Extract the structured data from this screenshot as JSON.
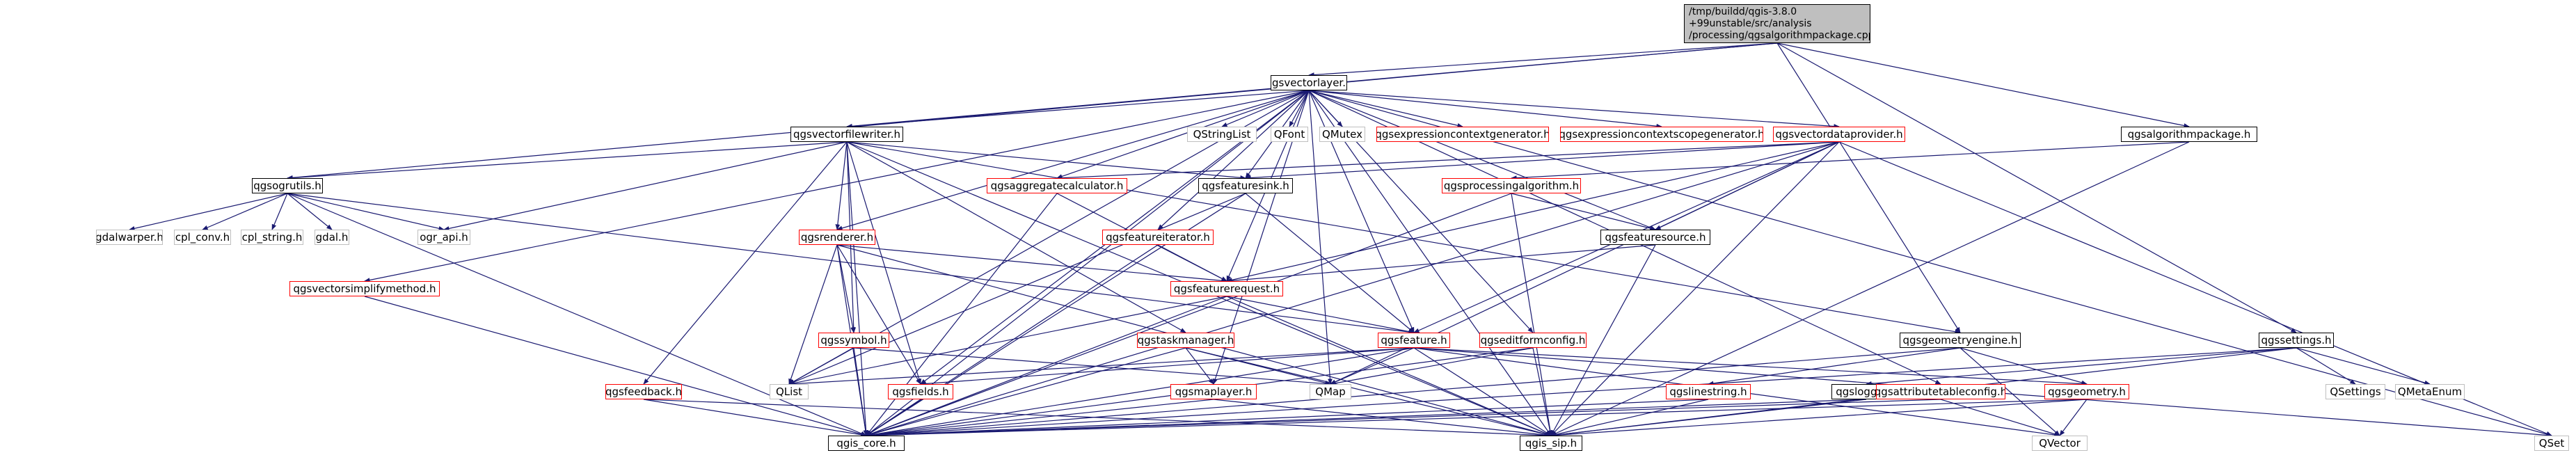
{
  "root": {
    "lines": [
      "/tmp/buildd/qgis-3.8.0",
      "+99unstable/src/analysis",
      "/processing/qgsalgorithmpackage.cpp"
    ]
  },
  "nodes": [
    {
      "id": "qgsvectorlayer",
      "label": "qgsvectorlayer.h",
      "style": "black"
    },
    {
      "id": "qgsvectorfilewriter",
      "label": "qgsvectorfilewriter.h",
      "style": "black"
    },
    {
      "id": "qstringlist",
      "label": "QStringList",
      "style": "grey"
    },
    {
      "id": "qfont",
      "label": "QFont",
      "style": "grey"
    },
    {
      "id": "qmutex",
      "label": "QMutex",
      "style": "grey"
    },
    {
      "id": "qgsexpressioncontextgenerator",
      "label": "qgsexpressioncontextgenerator.h",
      "style": "red"
    },
    {
      "id": "qgsexpressioncontextscopegenerator",
      "label": "qgsexpressioncontextscopegenerator.h",
      "style": "red"
    },
    {
      "id": "qgsvectordataprovider",
      "label": "qgsvectordataprovider.h",
      "style": "red"
    },
    {
      "id": "qgsalgorithmpackage",
      "label": "qgsalgorithmpackage.h",
      "style": "black"
    },
    {
      "id": "qgsogrutils",
      "label": "qgsogrutils.h",
      "style": "black"
    },
    {
      "id": "qgsaggregatecalculator",
      "label": "qgsaggregatecalculator.h",
      "style": "red"
    },
    {
      "id": "qgsfeaturesink",
      "label": "qgsfeaturesink.h",
      "style": "black"
    },
    {
      "id": "qgsprocessingalgorithm",
      "label": "qgsprocessingalgorithm.h",
      "style": "red"
    },
    {
      "id": "gdalwarper",
      "label": "gdalwarper.h",
      "style": "grey"
    },
    {
      "id": "cpl_conv",
      "label": "cpl_conv.h",
      "style": "grey"
    },
    {
      "id": "cpl_string",
      "label": "cpl_string.h",
      "style": "grey"
    },
    {
      "id": "gdal",
      "label": "gdal.h",
      "style": "grey"
    },
    {
      "id": "ogr_api",
      "label": "ogr_api.h",
      "style": "grey"
    },
    {
      "id": "qgsrenderer",
      "label": "qgsrenderer.h",
      "style": "red"
    },
    {
      "id": "qgsfeatureiterator",
      "label": "qgsfeatureiterator.h",
      "style": "red"
    },
    {
      "id": "qgsfeaturesource",
      "label": "qgsfeaturesource.h",
      "style": "black"
    },
    {
      "id": "qgsvectorsimplifymethod",
      "label": "qgsvectorsimplifymethod.h",
      "style": "red"
    },
    {
      "id": "qgsfeaturerequest",
      "label": "qgsfeaturerequest.h",
      "style": "red"
    },
    {
      "id": "qgssymbol",
      "label": "qgssymbol.h",
      "style": "red"
    },
    {
      "id": "qgstaskmanager",
      "label": "qgstaskmanager.h",
      "style": "red"
    },
    {
      "id": "qgsfeature",
      "label": "qgsfeature.h",
      "style": "red"
    },
    {
      "id": "qgseditformconfig",
      "label": "qgseditformconfig.h",
      "style": "red"
    },
    {
      "id": "qgsgeometryengine",
      "label": "qgsgeometryengine.h",
      "style": "black"
    },
    {
      "id": "qgssettings",
      "label": "qgssettings.h",
      "style": "black"
    },
    {
      "id": "qgsfeedback",
      "label": "qgsfeedback.h",
      "style": "red"
    },
    {
      "id": "qlist",
      "label": "QList",
      "style": "grey"
    },
    {
      "id": "qgsfields",
      "label": "qgsfields.h",
      "style": "red"
    },
    {
      "id": "qgsmaplayer",
      "label": "qgsmaplayer.h",
      "style": "red"
    },
    {
      "id": "qmap",
      "label": "QMap",
      "style": "grey"
    },
    {
      "id": "qgslinestring",
      "label": "qgslinestring.h",
      "style": "red"
    },
    {
      "id": "qgslogger",
      "label": "qgslogger.h",
      "style": "black"
    },
    {
      "id": "qgsattributetableconfig",
      "label": "qgsattributetableconfig.h",
      "style": "red"
    },
    {
      "id": "qgsgeometry",
      "label": "qgsgeometry.h",
      "style": "red"
    },
    {
      "id": "qsettings",
      "label": "QSettings",
      "style": "grey"
    },
    {
      "id": "qmetaenum",
      "label": "QMetaEnum",
      "style": "grey"
    },
    {
      "id": "qgis_core",
      "label": "qgis_core.h",
      "style": "black"
    },
    {
      "id": "qgis_sip",
      "label": "qgis_sip.h",
      "style": "black"
    },
    {
      "id": "qvector",
      "label": "QVector",
      "style": "grey"
    },
    {
      "id": "qset",
      "label": "QSet",
      "style": "grey"
    }
  ],
  "edges": [
    [
      "root",
      "qgsvectorlayer"
    ],
    [
      "root",
      "qgsalgorithmpackage"
    ],
    [
      "root",
      "qgsogrutils"
    ],
    [
      "root",
      "qgsvectorfilewriter"
    ],
    [
      "root",
      "qgssettings"
    ],
    [
      "root",
      "qgsgeometryengine"
    ],
    [
      "qgsvectorlayer",
      "qgsvectorfilewriter"
    ],
    [
      "qgsvectorlayer",
      "qstringlist"
    ],
    [
      "qgsvectorlayer",
      "qfont"
    ],
    [
      "qgsvectorlayer",
      "qmutex"
    ],
    [
      "qgsvectorlayer",
      "qgsexpressioncontextgenerator"
    ],
    [
      "qgsvectorlayer",
      "qgsexpressioncontextscopegenerator"
    ],
    [
      "qgsvectorlayer",
      "qgsvectordataprovider"
    ],
    [
      "qgsvectorlayer",
      "qgsaggregatecalculator"
    ],
    [
      "qgsvectorlayer",
      "qgsfeaturesink"
    ],
    [
      "qgsvectorlayer",
      "qgsvectorsimplifymethod"
    ],
    [
      "qgsvectorlayer",
      "qgsrenderer"
    ],
    [
      "qgsvectorlayer",
      "qgsfeatureiterator"
    ],
    [
      "qgsvectorlayer",
      "qgsfeaturerequest"
    ],
    [
      "qgsvectorlayer",
      "qgsfeaturesource"
    ],
    [
      "qgsvectorlayer",
      "qgsfields"
    ],
    [
      "qgsvectorlayer",
      "qgsmaplayer"
    ],
    [
      "qgsvectorlayer",
      "qgseditformconfig"
    ],
    [
      "qgsvectorlayer",
      "qgsattributetableconfig"
    ],
    [
      "qgsvectorlayer",
      "qgis_core"
    ],
    [
      "qgsvectorlayer",
      "qgis_sip"
    ],
    [
      "qgsvectorlayer",
      "qlist"
    ],
    [
      "qgsvectorlayer",
      "qset"
    ],
    [
      "qgsvectorlayer",
      "qmap"
    ],
    [
      "qgsvectorlayer",
      "qgsfeature"
    ],
    [
      "qgsvectorfilewriter",
      "qgsogrutils"
    ],
    [
      "qgsvectorfilewriter",
      "qgsrenderer"
    ],
    [
      "qgsvectorfilewriter",
      "qgssymbol"
    ],
    [
      "qgsvectorfilewriter",
      "qgsfeaturesink"
    ],
    [
      "qgsvectorfilewriter",
      "qgsfields"
    ],
    [
      "qgsvectorfilewriter",
      "qgsfeedback"
    ],
    [
      "qgsvectorfilewriter",
      "qgstaskmanager"
    ],
    [
      "qgsvectorfilewriter",
      "qgis_core"
    ],
    [
      "qgsvectorfilewriter",
      "qgis_sip"
    ],
    [
      "qgsvectorfilewriter",
      "ogr_api"
    ],
    [
      "qgsvectorfilewriter",
      "qgsgeometryengine"
    ],
    [
      "qgsvectordataprovider",
      "qgsfeaturesink"
    ],
    [
      "qgsvectordataprovider",
      "qgsfeaturesource"
    ],
    [
      "qgsvectordataprovider",
      "qgsaggregatecalculator"
    ],
    [
      "qgsvectordataprovider",
      "qgsfeaturerequest"
    ],
    [
      "qgsvectordataprovider",
      "qgsfeature"
    ],
    [
      "qgsvectordataprovider",
      "qgis_sip"
    ],
    [
      "qgsvectordataprovider",
      "qgis_core"
    ],
    [
      "qgsvectordataprovider",
      "qset"
    ],
    [
      "qgsvectordataprovider",
      "qmap"
    ],
    [
      "qgsalgorithmpackage",
      "qgsprocessingalgorithm"
    ],
    [
      "qgsalgorithmpackage",
      "qgis_sip"
    ],
    [
      "qgsogrutils",
      "gdalwarper"
    ],
    [
      "qgsogrutils",
      "cpl_conv"
    ],
    [
      "qgsogrutils",
      "cpl_string"
    ],
    [
      "qgsogrutils",
      "gdal"
    ],
    [
      "qgsogrutils",
      "ogr_api"
    ],
    [
      "qgsogrutils",
      "qgsfeature"
    ],
    [
      "qgsogrutils",
      "qgis_core"
    ],
    [
      "qgsaggregatecalculator",
      "qgsfeaturerequest"
    ],
    [
      "qgsaggregatecalculator",
      "qgis_core"
    ],
    [
      "qgsfeaturesink",
      "qgsfeature"
    ],
    [
      "qgsfeaturesink",
      "qgis_core"
    ],
    [
      "qgsfeaturesink",
      "qlist"
    ],
    [
      "qgsprocessingalgorithm",
      "qgsfeaturesource"
    ],
    [
      "qgsprocessingalgorithm",
      "qgis_core"
    ],
    [
      "qgsprocessingalgorithm",
      "qgis_sip"
    ],
    [
      "qgsrenderer",
      "qgsfeaturerequest"
    ],
    [
      "qgsrenderer",
      "qgssymbol"
    ],
    [
      "qgsrenderer",
      "qgsfields"
    ],
    [
      "qgsrenderer",
      "qgis_core"
    ],
    [
      "qgsrenderer",
      "qgis_sip"
    ],
    [
      "qgsrenderer",
      "qlist"
    ],
    [
      "qgsfeatureiterator",
      "qgsfeaturerequest"
    ],
    [
      "qgsfeatureiterator",
      "qgis_core"
    ],
    [
      "qgsfeaturesource",
      "qgsfeaturerequest"
    ],
    [
      "qgsfeaturesource",
      "qgis_sip"
    ],
    [
      "qgsvectorsimplifymethod",
      "qgis_core"
    ],
    [
      "qgsfeaturerequest",
      "qgsfeature"
    ],
    [
      "qgsfeaturerequest",
      "qgis_core"
    ],
    [
      "qgsfeaturerequest",
      "qgis_sip"
    ],
    [
      "qgsfeaturerequest",
      "qlist"
    ],
    [
      "qgssymbol",
      "qmap"
    ],
    [
      "qgssymbol",
      "qlist"
    ],
    [
      "qgssymbol",
      "qgis_core"
    ],
    [
      "qgstaskmanager",
      "qgsmaplayer"
    ],
    [
      "qgstaskmanager",
      "qmap"
    ],
    [
      "qgstaskmanager",
      "qgis_core"
    ],
    [
      "qgstaskmanager",
      "qgis_sip"
    ],
    [
      "qgsfeature",
      "qgsfields"
    ],
    [
      "qgsfeature",
      "qgsgeometry"
    ],
    [
      "qgsfeature",
      "qmap"
    ],
    [
      "qgsfeature",
      "qlist"
    ],
    [
      "qgsfeature",
      "qvector"
    ],
    [
      "qgsfeature",
      "qset"
    ],
    [
      "qgsfeature",
      "qgis_core"
    ],
    [
      "qgsfeature",
      "qgis_sip"
    ],
    [
      "qgseditformconfig",
      "qmap"
    ],
    [
      "qgseditformconfig",
      "qgis_core"
    ],
    [
      "qgseditformconfig",
      "qgis_sip"
    ],
    [
      "qgsgeometryengine",
      "qgslinestring"
    ],
    [
      "qgsgeometryengine",
      "qgsgeometry"
    ],
    [
      "qgsgeometryengine",
      "qgis_core"
    ],
    [
      "qgsgeometryengine",
      "qvector"
    ],
    [
      "qgssettings",
      "qsettings"
    ],
    [
      "qgssettings",
      "qmetaenum"
    ],
    [
      "qgssettings",
      "qgslogger"
    ],
    [
      "qgssettings",
      "qgis_core"
    ],
    [
      "qgssettings",
      "qgis_sip"
    ],
    [
      "qgsfeedback",
      "qgis_core"
    ],
    [
      "qgsfeedback",
      "qgis_sip"
    ],
    [
      "qgsfields",
      "qgis_core"
    ],
    [
      "qgsmaplayer",
      "qgis_core"
    ],
    [
      "qgsmaplayer",
      "qgis_sip"
    ],
    [
      "qgslinestring",
      "qgis_core"
    ],
    [
      "qgslinestring",
      "qgis_sip"
    ],
    [
      "qgslogger",
      "qgis_core"
    ],
    [
      "qgslogger",
      "qgis_sip"
    ],
    [
      "qgsattributetableconfig",
      "qgis_core"
    ],
    [
      "qgsattributetableconfig",
      "qvector"
    ],
    [
      "qgsgeometry",
      "qgis_core"
    ],
    [
      "qgsgeometry",
      "qgis_sip"
    ],
    [
      "qgsgeometry",
      "qvector"
    ]
  ],
  "colors": {
    "edge": "#191970",
    "red_border": "#ff0000",
    "grey_border": "#bfbfbf",
    "root_fill": "#bfbfbf"
  }
}
